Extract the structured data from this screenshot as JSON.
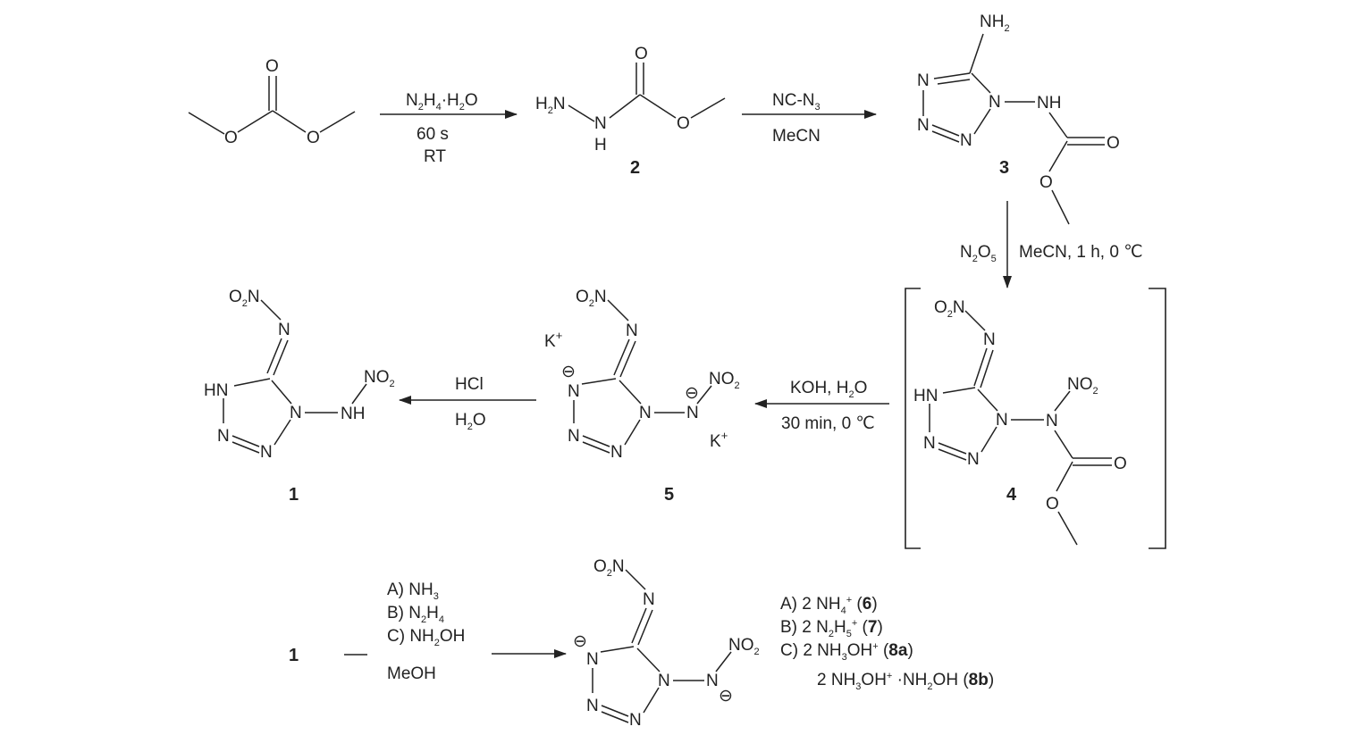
{
  "conditions": {
    "step1": {
      "reagent": "N2H4·H2O",
      "time": "60 s",
      "temp": "RT"
    },
    "step2": {
      "reagent": "NC-N3",
      "solvent": "MeCN"
    },
    "step3": {
      "reagent": "N2O5",
      "conditions": "MeCN, 1 h, 0 ℃"
    },
    "step4": {
      "reagent": "KOH, H2O",
      "conditions": "30 min, 0 ℃"
    },
    "step5": {
      "reagent": "HCl",
      "solvent": "H2O"
    },
    "step6": {
      "options": [
        "A) NH3",
        "B) N2H4",
        "C) NH2OH"
      ],
      "solvent": "MeOH"
    }
  },
  "compounds": {
    "c1": "1",
    "c2": "2",
    "c3": "3",
    "c4": "4",
    "c5": "5",
    "bottom_start": "1"
  },
  "salts": [
    {
      "prefix": "A) 2 NH",
      "sub": "4",
      "sup": "+",
      "label": "6"
    },
    {
      "prefix": "B) 2 N",
      "sub1": "2",
      "mid": "H",
      "sub": "5",
      "sup": "+",
      "label": "7"
    },
    {
      "prefix": "C) 2 NH",
      "sub": "3",
      "mid": "OH",
      "sup": "+",
      "label": "8a"
    },
    {
      "prefix": "2 NH",
      "sub": "3",
      "mid": "OH",
      "sup": "+",
      "tail": "·NH",
      "sub2": "2",
      "tail2": "OH",
      "label": "8b"
    }
  ],
  "atoms": {
    "O": "O",
    "N": "N",
    "H": "H",
    "HN": "HN",
    "NH": "NH",
    "NH2": "NH2",
    "H2N": "H2N",
    "O2N": "O2N",
    "NO2": "NO2",
    "K": "K",
    "plus": "+",
    "minus": "⊖"
  }
}
